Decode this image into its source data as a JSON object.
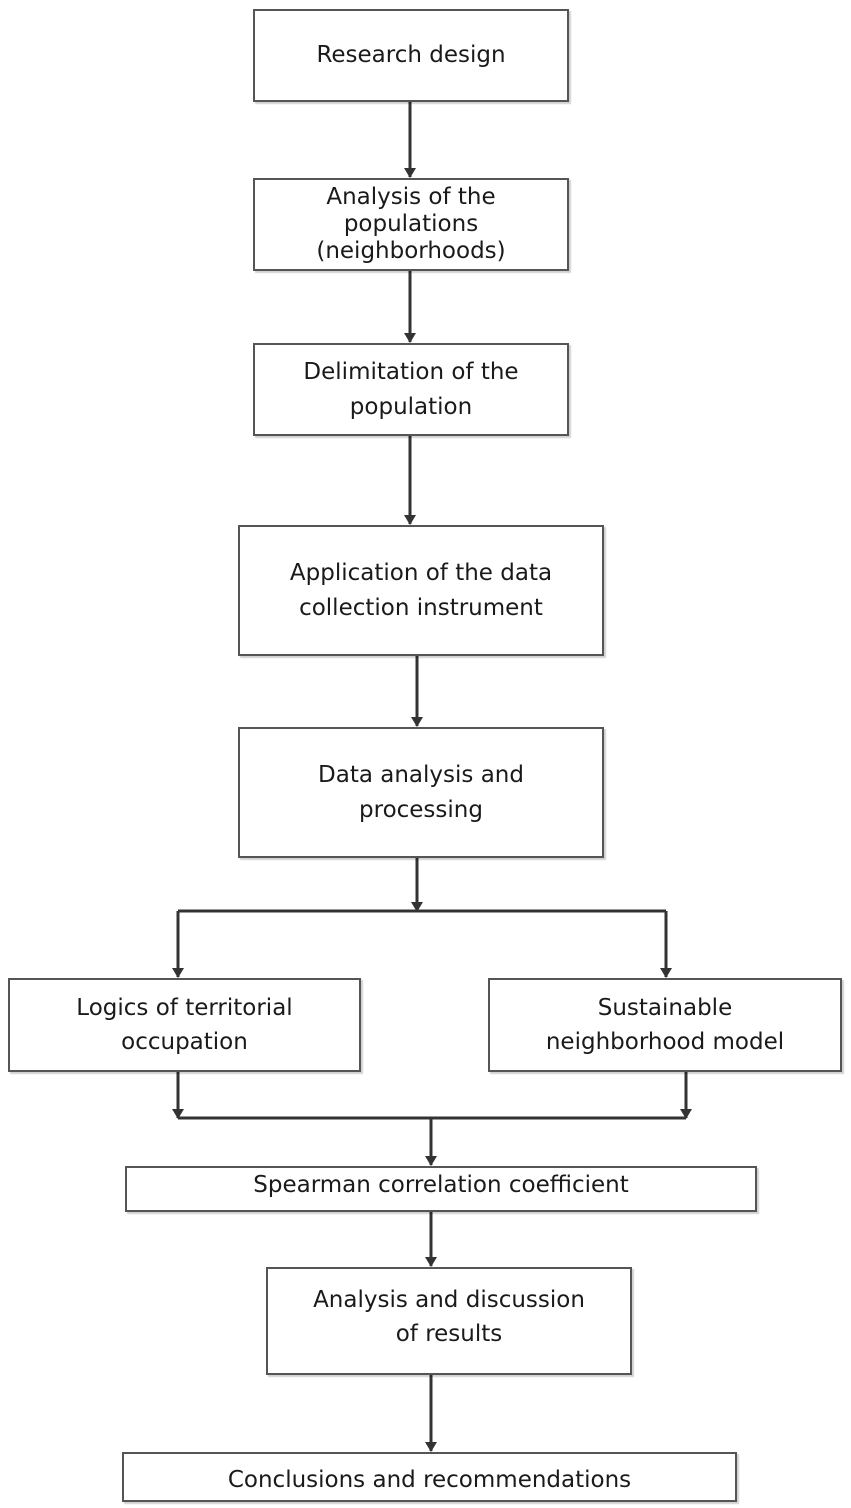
{
  "flowchart": {
    "steps": [
      {
        "id": "research-design",
        "label": "Research design"
      },
      {
        "id": "analysis-populations",
        "label": "Analysis of the\npopulations\n(neighborhoods)"
      },
      {
        "id": "delimitation-population",
        "label": "Delimitation of the\npopulation"
      },
      {
        "id": "application-instrument",
        "label": "Application of the data\ncollection instrument"
      },
      {
        "id": "data-analysis",
        "label": "Data analysis and\nprocessing"
      },
      {
        "id": "logics-territorial",
        "label": "Logics of territorial\noccupation"
      },
      {
        "id": "sustainable-model",
        "label": "Sustainable\nneighborhood model"
      },
      {
        "id": "spearman",
        "label": "Spearman correlation coefficient"
      },
      {
        "id": "analysis-discussion",
        "label": "Analysis and discussion\nof results"
      },
      {
        "id": "conclusions",
        "label": "Conclusions and recommendations"
      }
    ],
    "line_color": "#333333"
  }
}
